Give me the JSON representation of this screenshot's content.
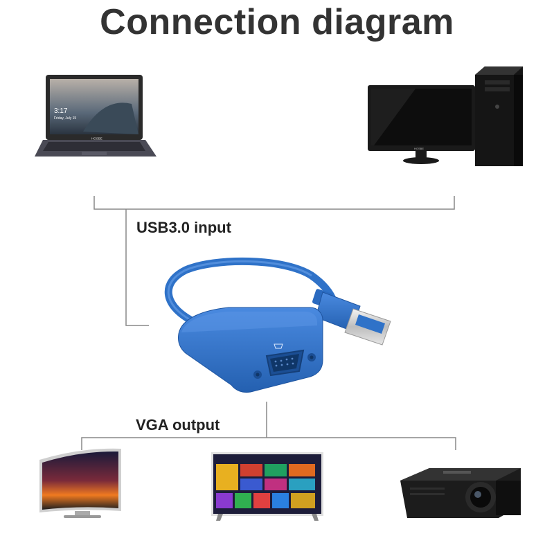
{
  "title": "Connection diagram",
  "input_label": "USB3.0 input",
  "output_label": "VGA output",
  "laptop": {
    "time": "3:17",
    "date": "Friday, July 15",
    "brand": "HOSBE"
  },
  "desktop": {
    "brand": "HOSBE"
  },
  "colors": {
    "adapter_blue": "#2f72c8",
    "line": "#888888",
    "title": "#333333"
  }
}
